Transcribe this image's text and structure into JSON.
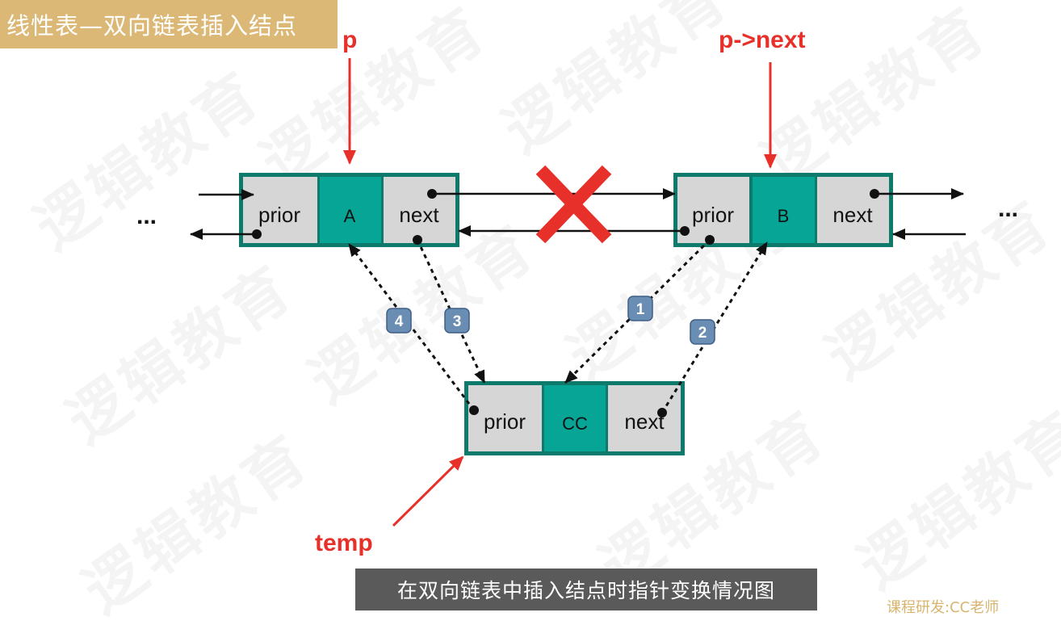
{
  "title": "线性表—双向链表插入结点",
  "caption": "在双向链表中插入结点时指针变换情况图",
  "credit": "课程研发:CC老师",
  "watermark": "逻辑教育",
  "colors": {
    "node_border": "#0e7a6c",
    "data_cell": "#06a596",
    "ptr_cell": "#d6d6d6",
    "accent": "#e8302a",
    "title_bg": "#dcb877",
    "badge": "#6a8db3"
  },
  "nodes": {
    "a": {
      "prior": "prior",
      "data": "A",
      "next": "next"
    },
    "b": {
      "prior": "prior",
      "data": "B",
      "next": "next"
    },
    "c": {
      "prior": "prior",
      "data": "CC",
      "next": "next"
    }
  },
  "pointers": {
    "p": "p",
    "p_next": "p->next",
    "temp": "temp"
  },
  "ellipsis": {
    "left": "...",
    "right": "..."
  },
  "steps": [
    "1",
    "2",
    "3",
    "4"
  ]
}
